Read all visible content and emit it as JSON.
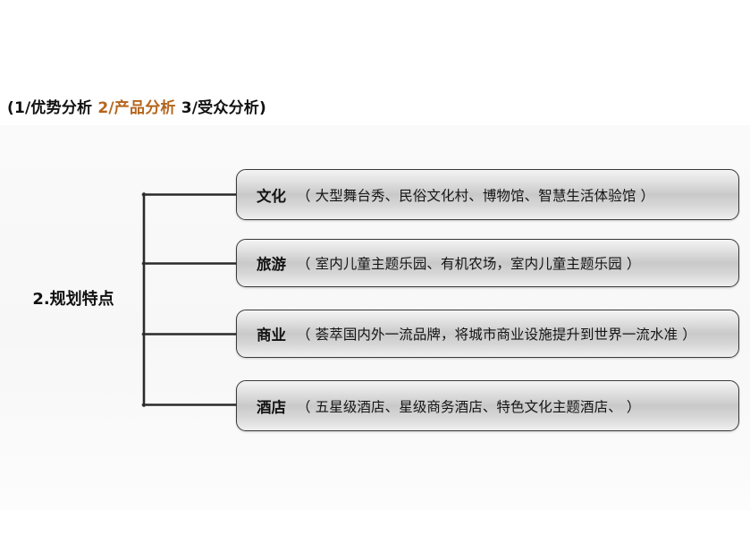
{
  "header": {
    "open_paren": "(",
    "segments": [
      {
        "text": "1/优势分析",
        "accent": false
      },
      {
        "text": "2/产品分析",
        "accent": true
      },
      {
        "text": "3/受众分析",
        "accent": false
      }
    ],
    "close_paren": ")",
    "full_text": "(1/优势分析 2/产品分析 3/受众分析)",
    "accent_color": "#b5651d",
    "text_color": "#111111"
  },
  "diagram": {
    "root_label": "2.规划特点",
    "connector_color": "#2b2b2b",
    "box_border_color": "#3a3a3a",
    "items": [
      {
        "label": "文化",
        "detail": "（ 大型舞台秀、民俗文化村、博物馆、智慧生活体验馆 ）"
      },
      {
        "label": "旅游",
        "detail": "（ 室内儿童主题乐园、有机农场，室内儿童主题乐园 ）"
      },
      {
        "label": "商业",
        "detail": "（ 荟萃国内外一流品牌，将城市商业设施提升到世界一流水准 ）"
      },
      {
        "label": "酒店",
        "detail": "（ 五星级酒店、星级商务酒店、特色文化主题酒店、 ）"
      }
    ]
  }
}
